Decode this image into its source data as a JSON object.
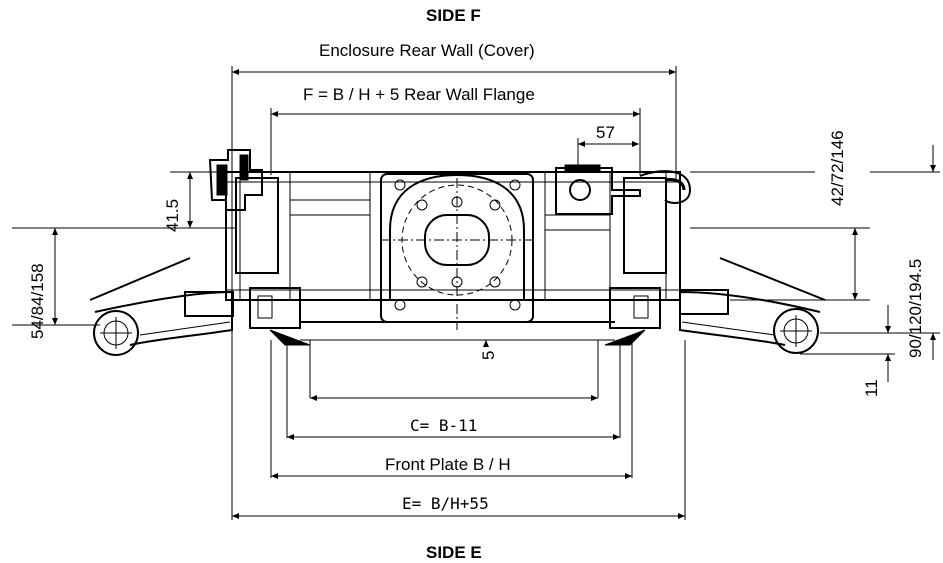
{
  "headings": {
    "top": "SIDE F",
    "bottom": "SIDE E"
  },
  "labels": {
    "rear_wall": "Enclosure Rear Wall (Cover)",
    "flange": "F = B / H + 5 Rear Wall Flange",
    "dim_57": "57",
    "dim_c": "C= B-11",
    "front_plate": "Front Plate B / H",
    "dim_e": "E= B/H+55",
    "dim_5": "5",
    "dim_11": "11",
    "dim_41_5": "41.5",
    "left_heights": "54/84/158",
    "right_top": "42/72/146",
    "right_heights": "90/120/194.5"
  }
}
